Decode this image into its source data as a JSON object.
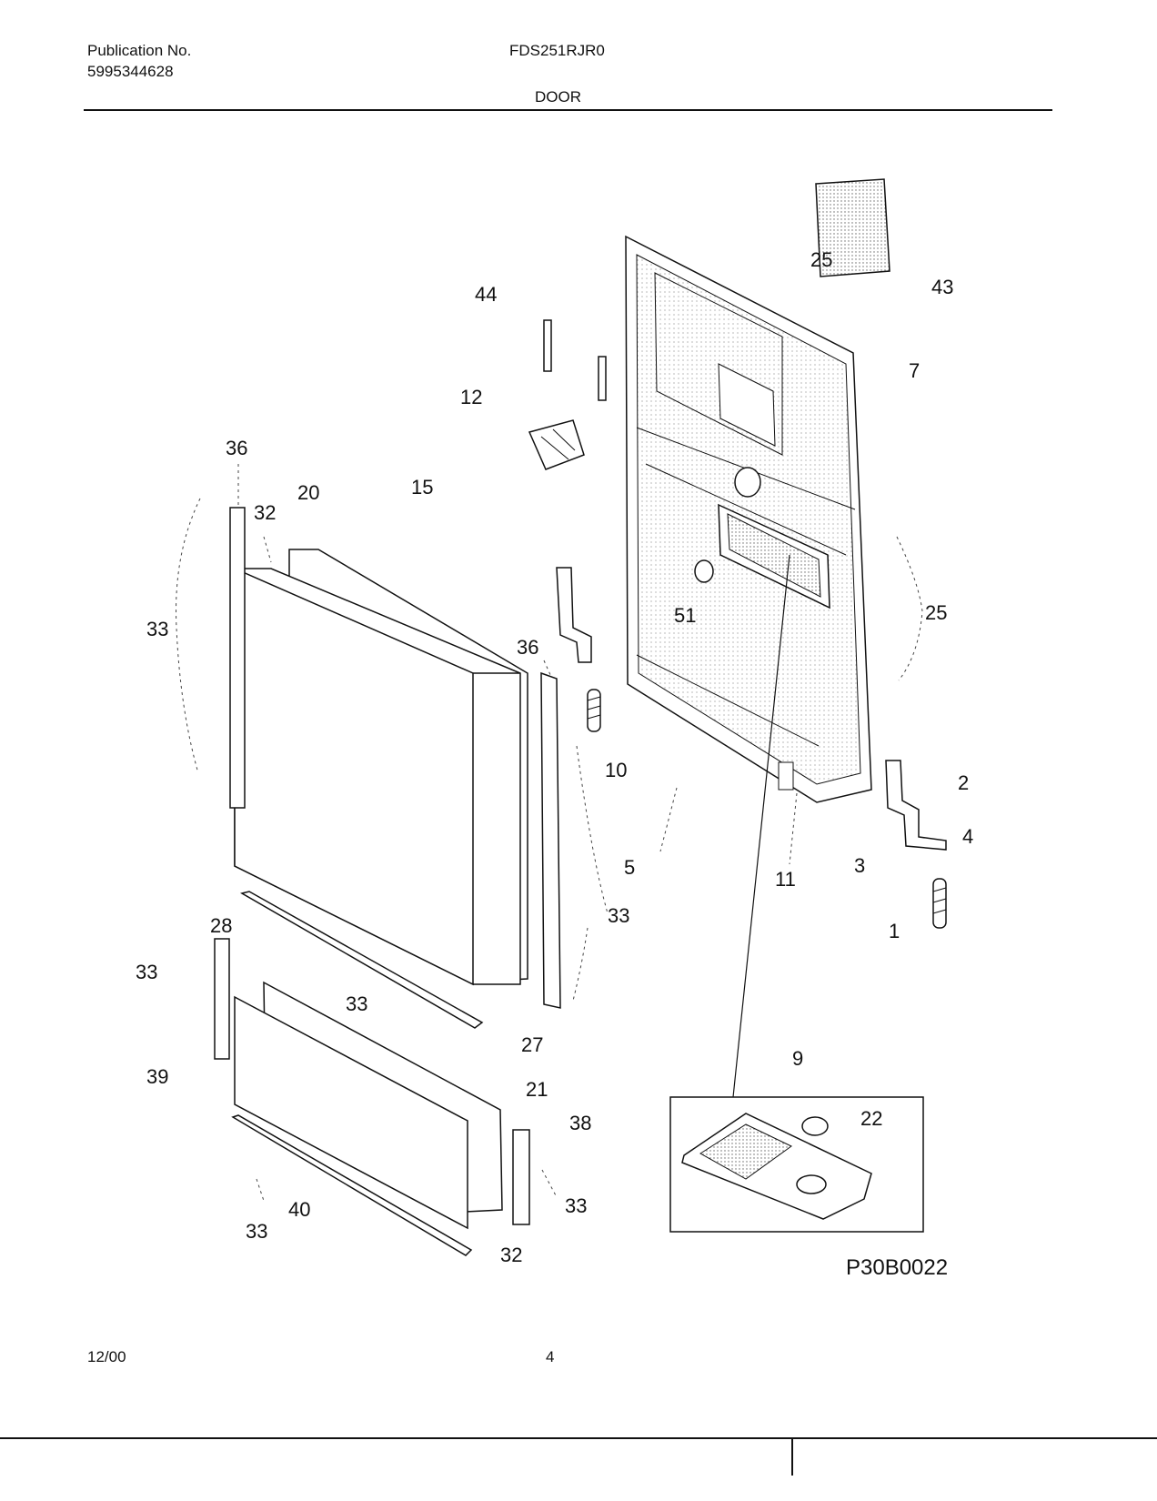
{
  "header": {
    "publication_label": "Publication No.",
    "publication_number": "5995344628",
    "model": "FDS251RJR0",
    "section": "DOOR"
  },
  "diagram": {
    "callouts": [
      "25",
      "43",
      "44",
      "7",
      "12",
      "36",
      "20",
      "15",
      "32",
      "33",
      "51",
      "25",
      "36",
      "10",
      "2",
      "4",
      "5",
      "11",
      "3",
      "1",
      "33",
      "28",
      "33",
      "33",
      "27",
      "39",
      "21",
      "9",
      "22",
      "38",
      "33",
      "40",
      "33",
      "32"
    ],
    "drawing_code": "P30B0022"
  },
  "footer": {
    "date": "12/00",
    "page": "4"
  }
}
